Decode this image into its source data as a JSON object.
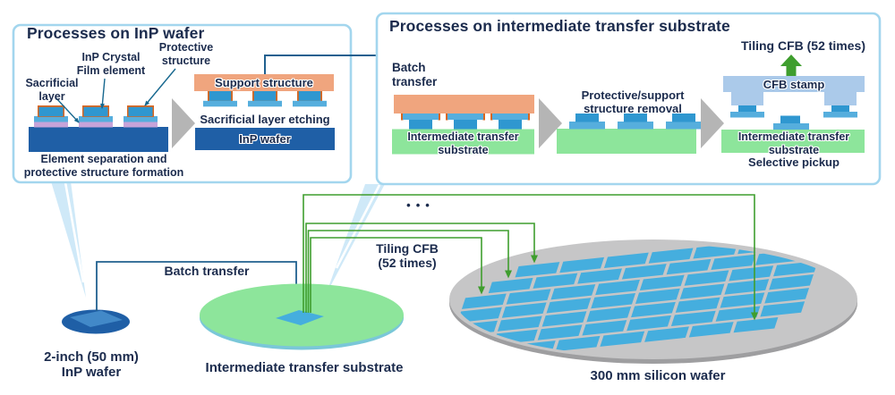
{
  "colors": {
    "navy": "#1b2b4d",
    "box_border": "#a3d6ee",
    "orange": "#f0a57e",
    "orange_outline": "#d9661f",
    "element_blue": "#2f97d0",
    "element_pad_blue": "#56aedd",
    "sacrificial_purple": "#c6a3d9",
    "inp_blue": "#1f5fa6",
    "substrate_green": "#8de59b",
    "stamp_blue": "#abcaea",
    "chevron_gray": "#b5b5b5",
    "steel_blue": "#20608f",
    "pointer_blue": "#17688f",
    "green_arrow": "#3f9e2e",
    "beam_blue": "#cfe9f8",
    "silicon_gray": "#c6c6c7",
    "silicon_rim_gray": "#9e9ea0",
    "tile_blue": "#45aede",
    "wafer_square_blue": "#4289c8",
    "substrate_rim": "#7ac7d8"
  },
  "left_box": {
    "title": "Processes on InP wafer",
    "label_inp_crystal": "InP Crystal\nFilm element",
    "label_protective": "Protective\nstructure",
    "label_sacrificial": "Sacrificial\nlayer",
    "step1_caption": "Element separation and\nprotective structure formation",
    "support_structure": "Support structure",
    "step2_caption": "Sacrificial layer etching",
    "inp_wafer": "InP wafer"
  },
  "right_box": {
    "title": "Processes on intermediate transfer substrate",
    "batch_transfer": "Batch\ntransfer",
    "substrate_1": "Intermediate transfer\nsubstrate",
    "step2_caption": "Protective/support\nstructure removal",
    "tiling_caption": "Tiling CFB (52 times)",
    "cfb_stamp": "CFB stamp",
    "substrate_2": "Intermediate transfer\nsubstrate",
    "step3_caption": "Selective pickup"
  },
  "bottom": {
    "inp_wafer_label": "2-inch (50 mm)\nInP wafer",
    "batch_transfer": "Batch transfer",
    "substrate_label": "Intermediate transfer substrate",
    "tiling_label": "Tiling CFB\n(52 times)",
    "ellipsis": "•••",
    "silicon_label": "300 mm silicon wafer",
    "tiles_total": 52,
    "tile_rows": [
      {
        "count": 6,
        "offset": 1
      },
      {
        "count": 7,
        "offset": 0.5
      },
      {
        "count": 8,
        "offset": 0
      },
      {
        "count": 8,
        "offset": 0
      },
      {
        "count": 8,
        "offset": 0
      },
      {
        "count": 8,
        "offset": 0
      },
      {
        "count": 7,
        "offset": 0.5
      }
    ]
  }
}
